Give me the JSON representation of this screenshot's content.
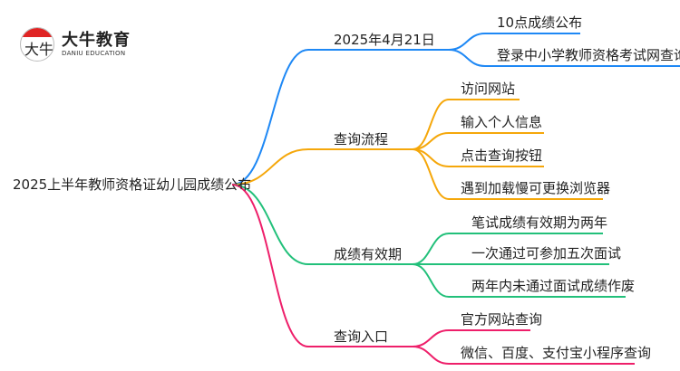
{
  "logo": {
    "mark": "大牛",
    "name": "大牛教育",
    "subtitle": "DANIU EDUCATION"
  },
  "root": "2025上半年教师资格证幼儿园成绩公布",
  "colors": {
    "blue": "#1e88f5",
    "orange": "#f5a70a",
    "green": "#22c07a",
    "pink": "#ee1f6a"
  },
  "branches": [
    {
      "label": "2025年4月21日",
      "children": [
        "10点成绩公布",
        "登录中小学教师资格考试网查询"
      ]
    },
    {
      "label": "查询流程",
      "children": [
        "访问网站",
        "输入个人信息",
        "点击查询按钮",
        "遇到加载慢可更换浏览器"
      ]
    },
    {
      "label": "成绩有效期",
      "children": [
        "笔试成绩有效期为两年",
        "一次通过可参加五次面试",
        "两年内未通过面试成绩作废"
      ]
    },
    {
      "label": "查询入口",
      "children": [
        "官方网站查询",
        "微信、百度、支付宝小程序查询"
      ]
    }
  ]
}
